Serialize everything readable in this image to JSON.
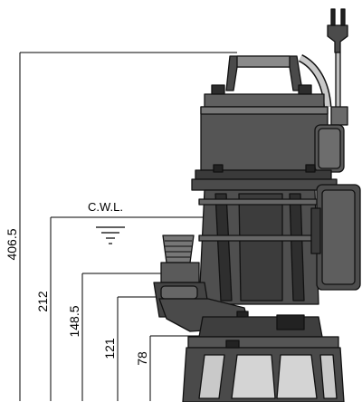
{
  "dimensions": {
    "total_height": "406.5",
    "d212": "212",
    "d148": "148.5",
    "d121": "121",
    "d78": "78"
  },
  "cwl_label": "C.W.L."
}
